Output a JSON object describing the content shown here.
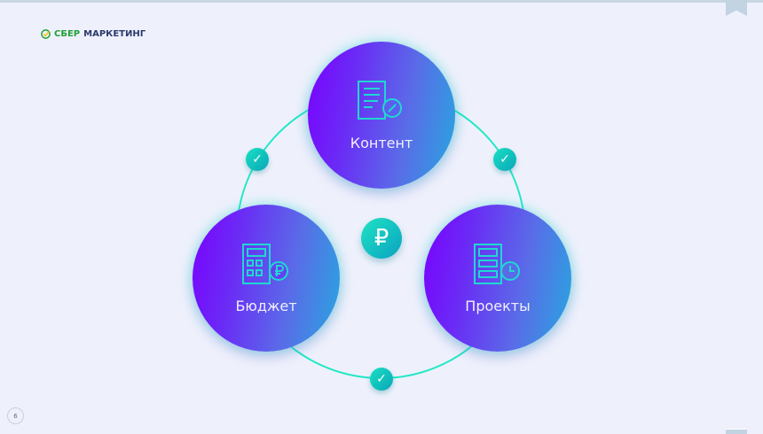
{
  "logo": {
    "part1": "СБЕР",
    "part2": "МАРКЕТИНГ"
  },
  "nodes": [
    {
      "label": "Контент",
      "icon": "document-edit-icon"
    },
    {
      "label": "Бюджет",
      "icon": "calculator-ruble-icon"
    },
    {
      "label": "Проекты",
      "icon": "list-clock-icon"
    }
  ],
  "center": {
    "symbol": "₽"
  },
  "check_symbol": "✓",
  "page_number": "6",
  "colors": {
    "accent": "#23e8c6",
    "purple": "#7a00ff",
    "blue": "#27a7df"
  }
}
